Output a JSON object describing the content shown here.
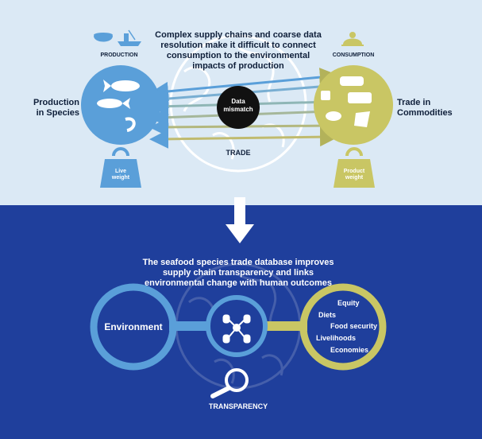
{
  "top": {
    "headline": "Complex supply chains and coarse data resolution make it difficult to connect consumption to the environmental impacts of production",
    "production_label": "PRODUCTION",
    "consumption_label": "CONSUMPTION",
    "production_side": "Production in Species",
    "consumption_side": "Trade in Commodities",
    "mismatch": "Data mismatch",
    "trade": "TRADE",
    "live_weight": "Live weight",
    "product_weight": "Product weight"
  },
  "bottom": {
    "headline": "The seafood species trade database improves supply chain transparency and links environmental change with human outcomes",
    "environment": "Environment",
    "outcomes": [
      "Equity",
      "Diets",
      "Food security",
      "Livelihoods",
      "Economies"
    ],
    "transparency": "TRANSPARENCY"
  },
  "colors": {
    "top_bg": "#dbe9f5",
    "bottom_bg": "#1f3f9c",
    "production_blue": "#5a9fd9",
    "consumption_olive": "#c9c664",
    "dark_navy": "#1f3f9c"
  }
}
